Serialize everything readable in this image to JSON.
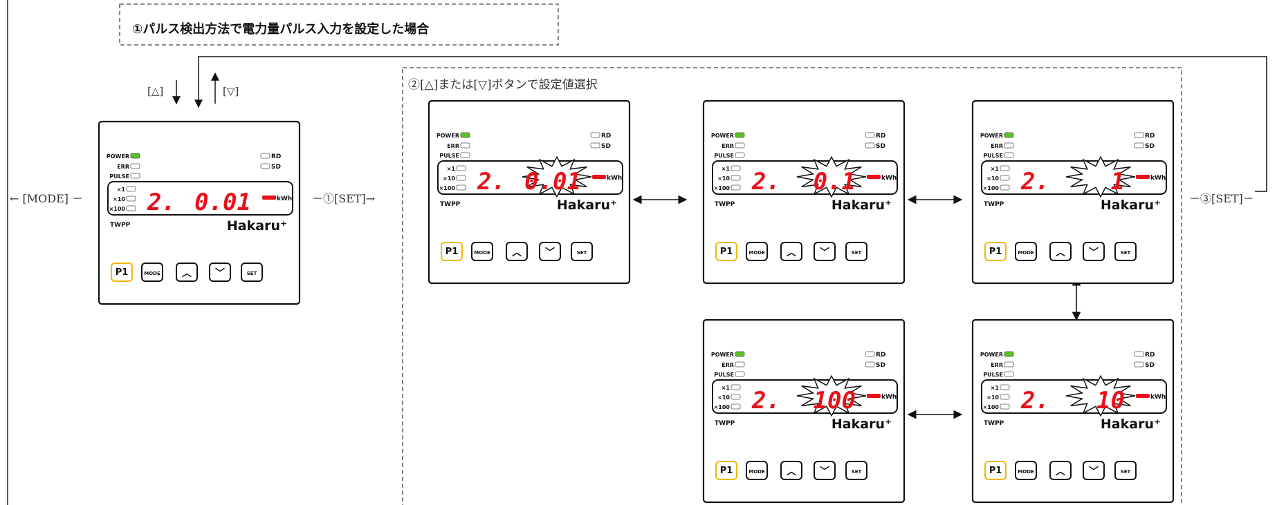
{
  "title_box": {
    "text": "①パルス検出方法で電力量パルス入力を設定した場合"
  },
  "section_label": "②[△]または[▽]ボタンで設定値選択",
  "nav": {
    "up_key": "[△]",
    "down_key": "[▽]",
    "mode": "← [MODE] －",
    "set1": "－①[SET]→",
    "set3": "－③[SET]－"
  },
  "meter_labels": {
    "power": "POWER",
    "err": "ERR",
    "pulse": "PULSE",
    "x1": "×1",
    "x10": "×10",
    "x100": "×100",
    "rd": "RD",
    "sd": "SD",
    "unit": "kWh",
    "model": "TWPP",
    "brand": "Hakaru⁺",
    "buttons": {
      "p1": "P1",
      "mode": "MODE",
      "up": "︿",
      "down": "﹀",
      "set": "SET"
    }
  },
  "colors": {
    "led_on": "#58c322",
    "segment": "#e8101a",
    "p1_border": "#f2b705"
  },
  "meters": [
    {
      "id": "initial",
      "channel": "2.",
      "value": "0.01",
      "burst": false
    },
    {
      "id": "val-001",
      "channel": "2.",
      "value": "0.01",
      "burst": true
    },
    {
      "id": "val-01",
      "channel": "2.",
      "value": "0.1",
      "burst": true
    },
    {
      "id": "val-1",
      "channel": "2.",
      "value": "1",
      "burst": true
    },
    {
      "id": "val-100",
      "channel": "2.",
      "value": "100",
      "burst": true
    },
    {
      "id": "val-10",
      "channel": "2.",
      "value": "10",
      "burst": true
    }
  ]
}
